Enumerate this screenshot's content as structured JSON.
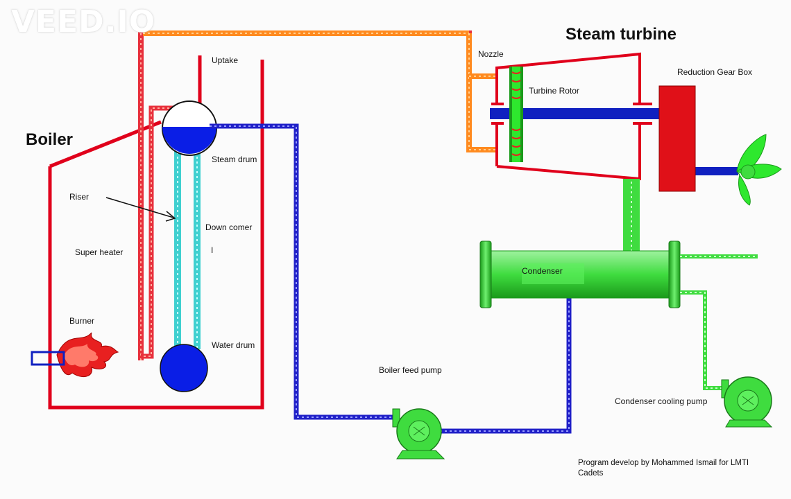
{
  "watermark": "VEED.IO",
  "titles": {
    "boiler": "Boiler",
    "steam_turbine": "Steam turbine"
  },
  "labels": {
    "uptake": "Uptake",
    "steam_drum": "Steam drum",
    "riser": "Riser",
    "down_comer": "Down comer",
    "super_heater": "Super heater",
    "burner": "Burner",
    "water_drum": "Water drum",
    "nozzle": "Nozzle",
    "turbine_rotor": "Turbine Rotor",
    "reduction_gear_box": "Reduction Gear Box",
    "condenser": "Condenser",
    "boiler_feed_pump": "Boiler feed pump",
    "condenser_cooling_pump": "Condenser cooling pump",
    "stray_mark": "I"
  },
  "credit": "Program develop by Mohammed Ismail for LMTI Cadets",
  "colors": {
    "casing_red": "#e0001b",
    "steam_orange": "#ff8a1f",
    "steam_pink": "#e8303c",
    "feed_blue": "#2020c8",
    "tube_cyan": "#40d0d0",
    "green": "#2ee82e",
    "dark_green": "#1a9a1a",
    "gearbox_red": "#e01018",
    "shaft_blue": "#1020c0"
  }
}
